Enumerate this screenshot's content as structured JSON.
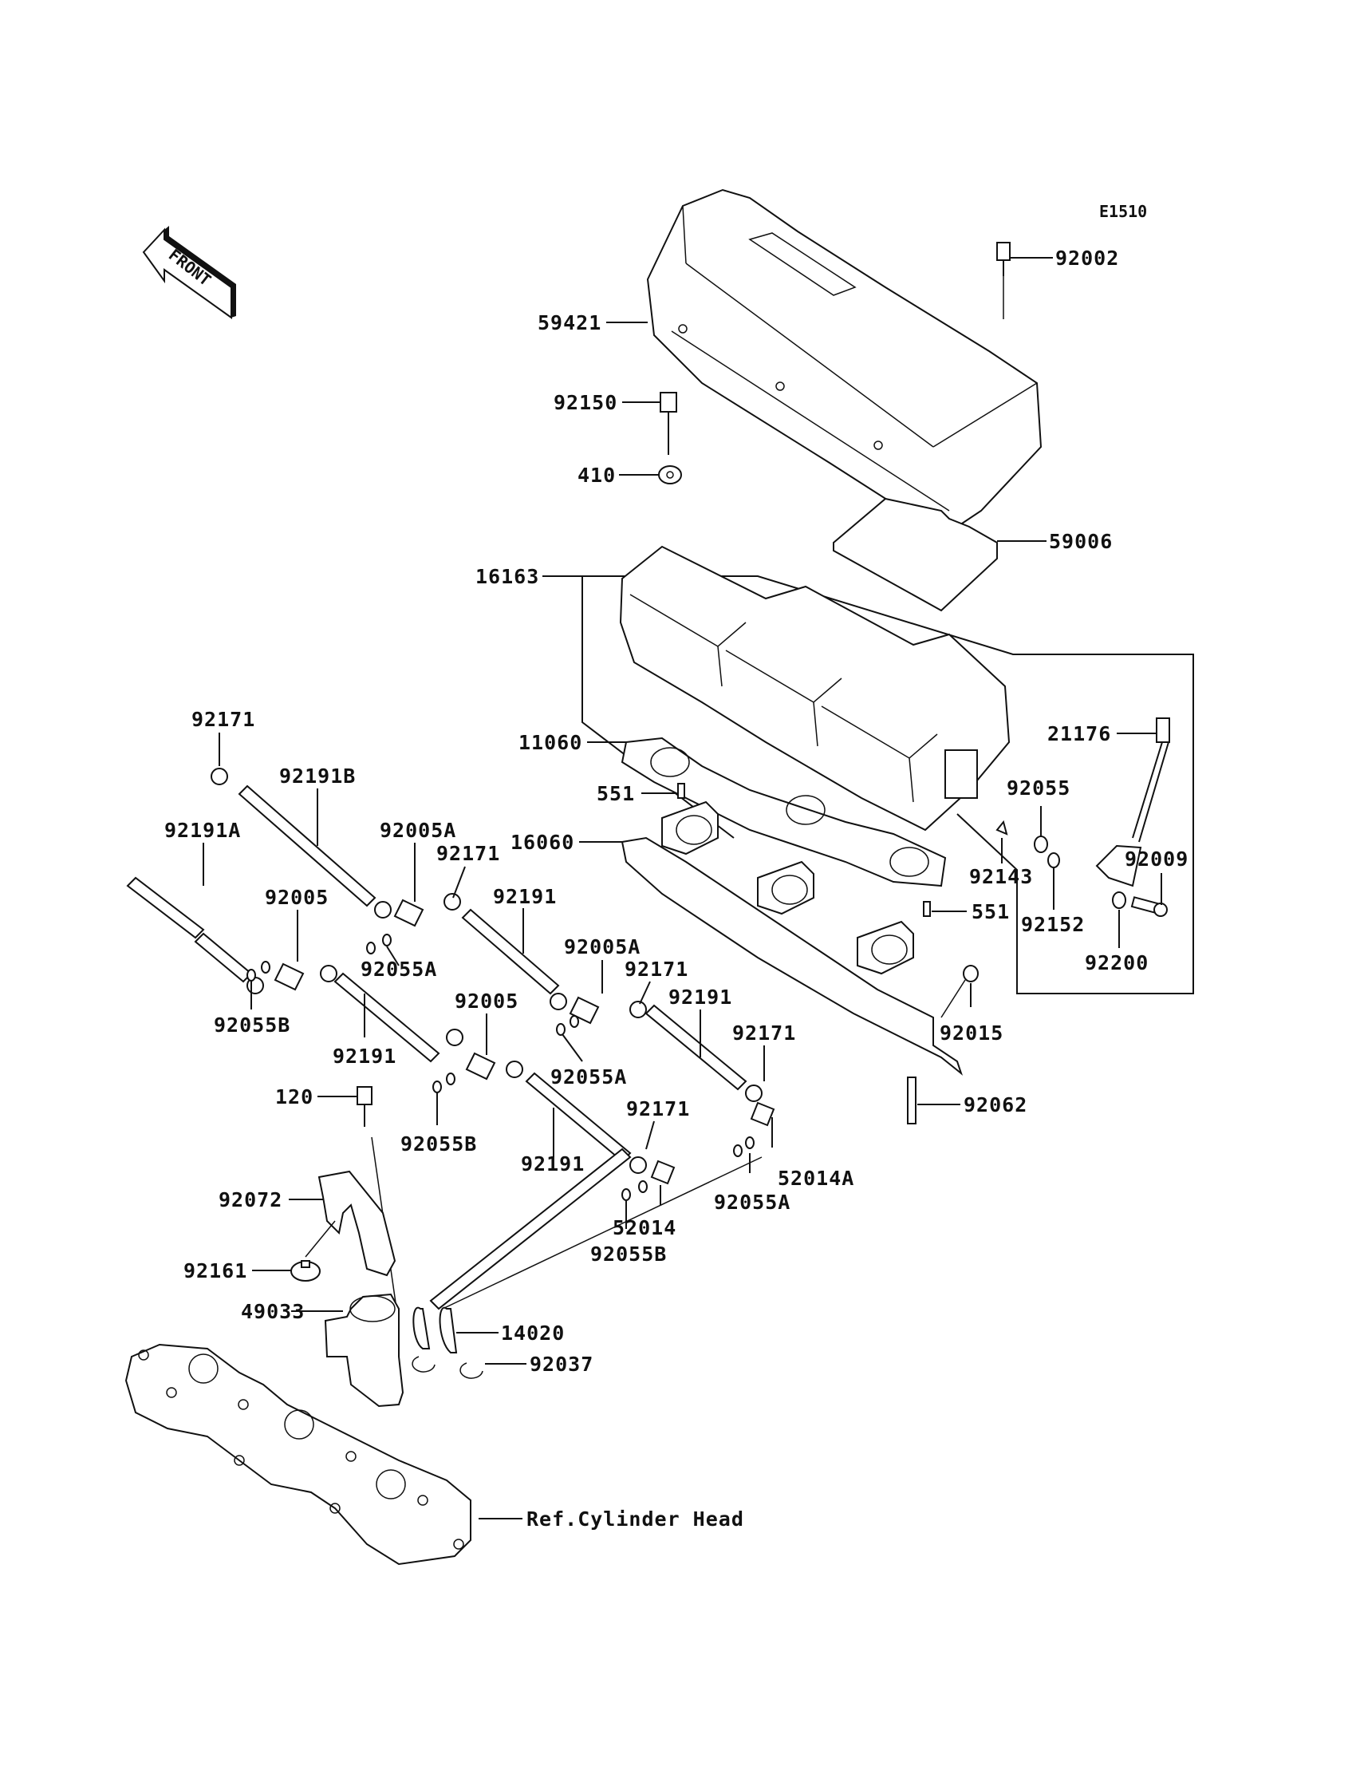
{
  "diagram": {
    "code": "E1510",
    "front_label": "FRONT",
    "reference_label": "Ref.Cylinder Head",
    "labels": [
      {
        "id": "92002",
        "text": "92002"
      },
      {
        "id": "59421",
        "text": "59421"
      },
      {
        "id": "92150",
        "text": "92150"
      },
      {
        "id": "410",
        "text": "410"
      },
      {
        "id": "59006",
        "text": "59006"
      },
      {
        "id": "16163",
        "text": "16163"
      },
      {
        "id": "21176",
        "text": "21176"
      },
      {
        "id": "11060",
        "text": "11060"
      },
      {
        "id": "92055",
        "text": "92055"
      },
      {
        "id": "551a",
        "text": "551"
      },
      {
        "id": "16060",
        "text": "16060"
      },
      {
        "id": "92143",
        "text": "92143"
      },
      {
        "id": "92009",
        "text": "92009"
      },
      {
        "id": "92152",
        "text": "92152"
      },
      {
        "id": "551b",
        "text": "551"
      },
      {
        "id": "92200",
        "text": "92200"
      },
      {
        "id": "92015",
        "text": "92015"
      },
      {
        "id": "92062",
        "text": "92062"
      },
      {
        "id": "92171a",
        "text": "92171"
      },
      {
        "id": "92191B",
        "text": "92191B"
      },
      {
        "id": "92191A",
        "text": "92191A"
      },
      {
        "id": "92005Aa",
        "text": "92005A"
      },
      {
        "id": "92171b",
        "text": "92171"
      },
      {
        "id": "92005a",
        "text": "92005"
      },
      {
        "id": "92191a",
        "text": "92191"
      },
      {
        "id": "92055Aa",
        "text": "92055A"
      },
      {
        "id": "92005Ab",
        "text": "92005A"
      },
      {
        "id": "92171c",
        "text": "92171"
      },
      {
        "id": "92055Ba",
        "text": "92055B"
      },
      {
        "id": "92191b",
        "text": "92191"
      },
      {
        "id": "92191c",
        "text": "92191"
      },
      {
        "id": "92005b",
        "text": "92005"
      },
      {
        "id": "92171d",
        "text": "92171"
      },
      {
        "id": "92055Ab",
        "text": "92055A"
      },
      {
        "id": "120",
        "text": "120"
      },
      {
        "id": "92055Bb",
        "text": "92055B"
      },
      {
        "id": "92171e",
        "text": "92171"
      },
      {
        "id": "92191d",
        "text": "92191"
      },
      {
        "id": "52014A",
        "text": "52014A"
      },
      {
        "id": "92072",
        "text": "92072"
      },
      {
        "id": "92055Ac",
        "text": "92055A"
      },
      {
        "id": "52014",
        "text": "52014"
      },
      {
        "id": "92055Bc",
        "text": "92055B"
      },
      {
        "id": "92161",
        "text": "92161"
      },
      {
        "id": "49033",
        "text": "49033"
      },
      {
        "id": "14020",
        "text": "14020"
      },
      {
        "id": "92037",
        "text": "92037"
      }
    ]
  }
}
